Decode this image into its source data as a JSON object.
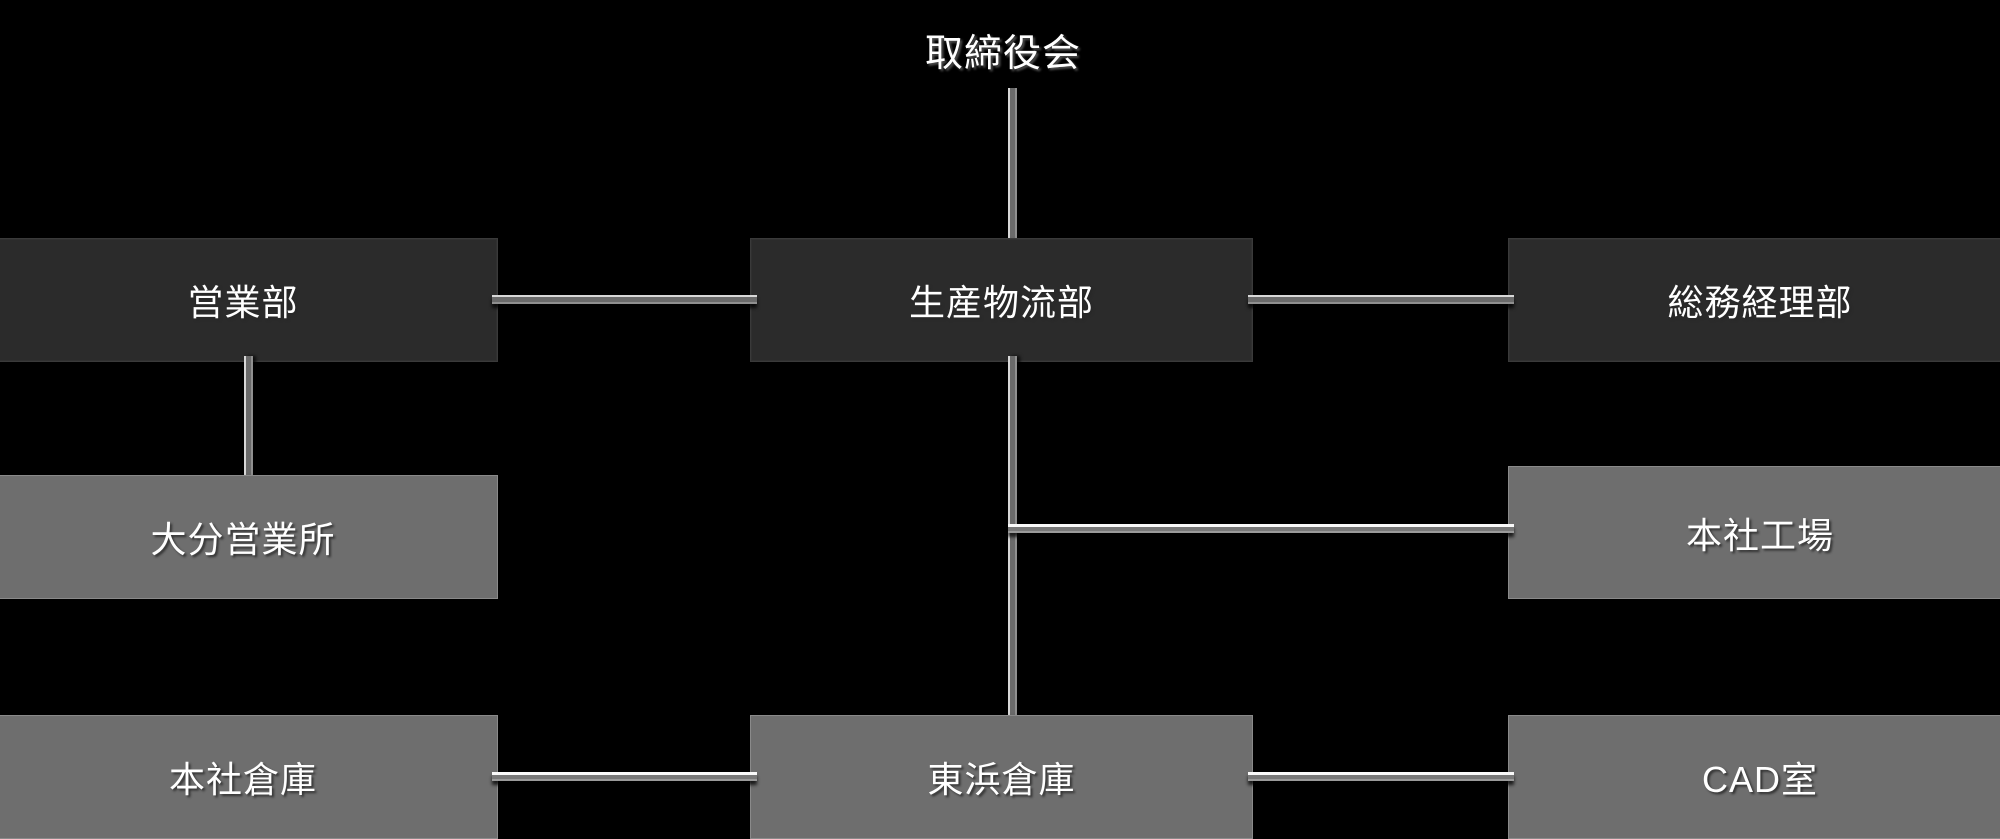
{
  "diagram": {
    "type": "organization-chart",
    "background_color": "#000000",
    "title": "取締役会",
    "colors": {
      "department_box": "#2b2b2b",
      "unit_box": "#6e6e6e",
      "text": "#ffffff",
      "connector_light": "#d8d8d8",
      "connector_dark": "#6a6a6a"
    },
    "nodes": [
      {
        "id": "board",
        "label": "取締役会",
        "level": "title",
        "column": "center"
      },
      {
        "id": "sales",
        "label": "営業部",
        "level": "department",
        "column": "left"
      },
      {
        "id": "production",
        "label": "生産物流部",
        "level": "department",
        "column": "center"
      },
      {
        "id": "admin",
        "label": "総務経理部",
        "level": "department",
        "column": "right"
      },
      {
        "id": "oita",
        "label": "大分営業所",
        "level": "unit",
        "column": "left"
      },
      {
        "id": "hq-factory",
        "label": "本社工場",
        "level": "unit",
        "column": "right"
      },
      {
        "id": "hq-wh",
        "label": "本社倉庫",
        "level": "unit",
        "column": "left"
      },
      {
        "id": "higashihama",
        "label": "東浜倉庫",
        "level": "unit",
        "column": "center"
      },
      {
        "id": "cad",
        "label": "CAD室",
        "level": "unit",
        "column": "right"
      }
    ],
    "edges": [
      {
        "from": "board",
        "to": "production",
        "orientation": "vertical"
      },
      {
        "from": "sales",
        "to": "production",
        "orientation": "horizontal"
      },
      {
        "from": "production",
        "to": "admin",
        "orientation": "horizontal"
      },
      {
        "from": "sales",
        "to": "oita",
        "orientation": "vertical"
      },
      {
        "from": "production",
        "to": "hq-factory",
        "orientation": "horizontal"
      },
      {
        "from": "production",
        "to": "higashihama",
        "orientation": "vertical"
      },
      {
        "from": "hq-wh",
        "to": "higashihama",
        "orientation": "horizontal"
      },
      {
        "from": "higashihama",
        "to": "cad",
        "orientation": "horizontal"
      }
    ]
  }
}
